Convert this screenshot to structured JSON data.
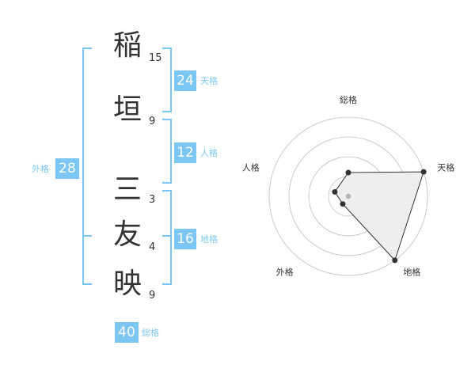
{
  "name": {
    "surname": [
      {
        "char": "稲",
        "strokes": "15"
      },
      {
        "char": "垣",
        "strokes": "9"
      }
    ],
    "given": [
      {
        "char": "三",
        "strokes": "3"
      },
      {
        "char": "友",
        "strokes": "4"
      },
      {
        "char": "映",
        "strokes": "9"
      }
    ]
  },
  "scores": {
    "tenkaku": {
      "value": "24",
      "label": "天格"
    },
    "jinkaku": {
      "value": "12",
      "label": "人格"
    },
    "chikaku": {
      "value": "16",
      "label": "地格"
    },
    "gaikaku": {
      "value": "28",
      "label": "外格"
    },
    "soukaku": {
      "value": "40",
      "label": "総格"
    }
  },
  "colors": {
    "accent": "#7cc6f4",
    "text": "#333333",
    "fill": "#eeeeee",
    "ring": "#cccccc"
  },
  "chart_data": {
    "type": "radar",
    "axes": [
      "総格",
      "天格",
      "地格",
      "外格",
      "人格"
    ],
    "values": [
      0.3,
      1.0,
      1.0,
      0.12,
      0.18
    ],
    "rings": 4,
    "range": [
      0,
      1
    ]
  }
}
